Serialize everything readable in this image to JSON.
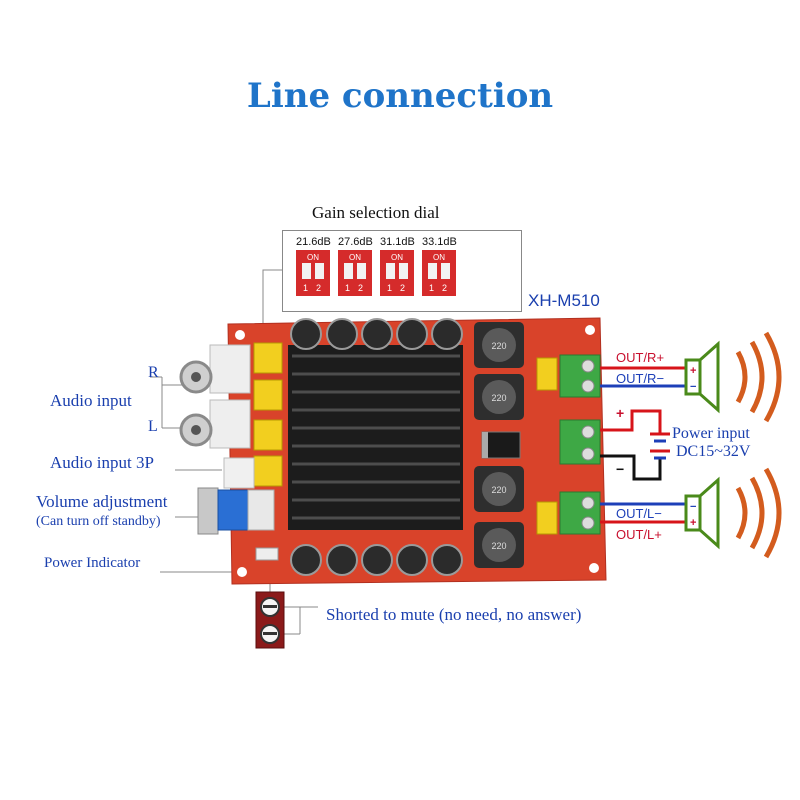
{
  "title": "Line connection",
  "gain": {
    "label": "Gain selection dial",
    "switches": [
      {
        "db": "21.6dB",
        "on": "ON",
        "n1": "1",
        "n2": "2"
      },
      {
        "db": "27.6dB",
        "on": "ON",
        "n1": "1",
        "n2": "2"
      },
      {
        "db": "31.1dB",
        "on": "ON",
        "n1": "1",
        "n2": "2"
      },
      {
        "db": "33.1dB",
        "on": "ON",
        "n1": "1",
        "n2": "2"
      }
    ]
  },
  "model": "XH-M510",
  "left_labels": {
    "r": "R",
    "l": "L",
    "audio_input": "Audio input",
    "audio_input_3p": "Audio input 3P",
    "volume": "Volume adjustment",
    "volume_note": "(Can turn off standby)",
    "power_indicator": "Power Indicator"
  },
  "mute_label": "Shorted to mute (no need, no answer)",
  "outputs": {
    "r_plus": "OUT/R+",
    "r_minus": "OUT/R−",
    "l_minus": "OUT/L−",
    "l_plus": "OUT/L+"
  },
  "power": {
    "label": "Power input",
    "range": "DC15~32V",
    "plus": "+",
    "minus": "−"
  },
  "speaker_polarity": {
    "plus": "+",
    "minus": "−"
  },
  "inductor_marking": "220",
  "colors": {
    "title": "#1f74c9",
    "label": "#1a3fae",
    "positive_wire": "#d7141a",
    "negative_wire": "#1d3fb8",
    "board": "#d9432a",
    "heatsink": "#1c1c1c"
  }
}
